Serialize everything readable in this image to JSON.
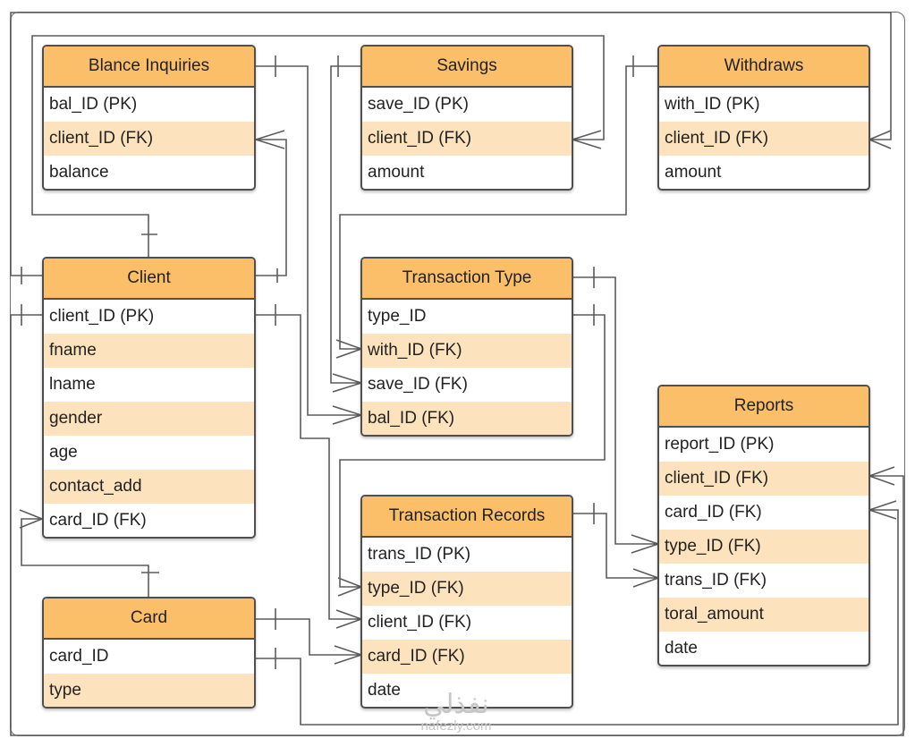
{
  "entities": {
    "balance_inquiries": {
      "title": "Blance Inquiries",
      "fields": [
        "bal_ID (PK)",
        "client_ID (FK)",
        "balance"
      ]
    },
    "savings": {
      "title": "Savings",
      "fields": [
        "save_ID (PK)",
        "client_ID (FK)",
        "amount"
      ]
    },
    "withdraws": {
      "title": "Withdraws",
      "fields": [
        "with_ID (PK)",
        "client_ID (FK)",
        "amount"
      ]
    },
    "client": {
      "title": "Client",
      "fields": [
        "client_ID (PK)",
        "fname",
        "lname",
        "gender",
        "age",
        "contact_add",
        "card_ID (FK)"
      ]
    },
    "transaction_type": {
      "title": "Transaction Type",
      "fields": [
        "type_ID",
        "with_ID (FK)",
        "save_ID (FK)",
        "bal_ID (FK)"
      ]
    },
    "reports": {
      "title": "Reports",
      "fields": [
        "report_ID (PK)",
        "client_ID (FK)",
        "card_ID (FK)",
        "type_ID (FK)",
        "trans_ID (FK)",
        "toral_amount",
        "date"
      ]
    },
    "transaction_records": {
      "title": "Transaction Records",
      "fields": [
        "trans_ID (PK)",
        "type_ID (FK)",
        "client_ID (FK)",
        "card_ID (FK)",
        "date"
      ]
    },
    "card": {
      "title": "Card",
      "fields": [
        "card_ID",
        "type"
      ]
    }
  },
  "relationships": [
    {
      "from": "client.client_ID",
      "to": "balance_inquiries.client_ID",
      "cardinality": "one-to-many"
    },
    {
      "from": "client.client_ID",
      "to": "savings.client_ID",
      "cardinality": "one-to-many"
    },
    {
      "from": "client.client_ID",
      "to": "withdraws.client_ID",
      "cardinality": "one-to-many"
    },
    {
      "from": "balance_inquiries.bal_ID",
      "to": "transaction_type.bal_ID",
      "cardinality": "one-to-many"
    },
    {
      "from": "savings.save_ID",
      "to": "transaction_type.save_ID",
      "cardinality": "one-to-many"
    },
    {
      "from": "withdraws.with_ID",
      "to": "transaction_type.with_ID",
      "cardinality": "one-to-many"
    },
    {
      "from": "client.client_ID",
      "to": "transaction_records.client_ID",
      "cardinality": "one-to-many"
    },
    {
      "from": "transaction_type.type_ID",
      "to": "transaction_records.type_ID",
      "cardinality": "one-to-many"
    },
    {
      "from": "transaction_type.type_ID",
      "to": "reports.type_ID",
      "cardinality": "one-to-many"
    },
    {
      "from": "transaction_records.trans_ID",
      "to": "reports.trans_ID",
      "cardinality": "one-to-many"
    },
    {
      "from": "card.card_ID",
      "to": "client.card_ID",
      "cardinality": "one-to-many"
    },
    {
      "from": "card.card_ID",
      "to": "transaction_records.card_ID",
      "cardinality": "one-to-many"
    },
    {
      "from": "card.card_ID",
      "to": "reports.card_ID",
      "cardinality": "one-to-many"
    },
    {
      "from": "client.client_ID",
      "to": "reports.client_ID",
      "cardinality": "one-to-many"
    }
  ],
  "colors": {
    "header": "#fbbf6a",
    "alt_row": "#fde3bd",
    "border": "#4f4f4f",
    "connector": "#5c5c5c"
  },
  "watermark": {
    "mark": "نفذلي",
    "url": "nafezly.com"
  }
}
